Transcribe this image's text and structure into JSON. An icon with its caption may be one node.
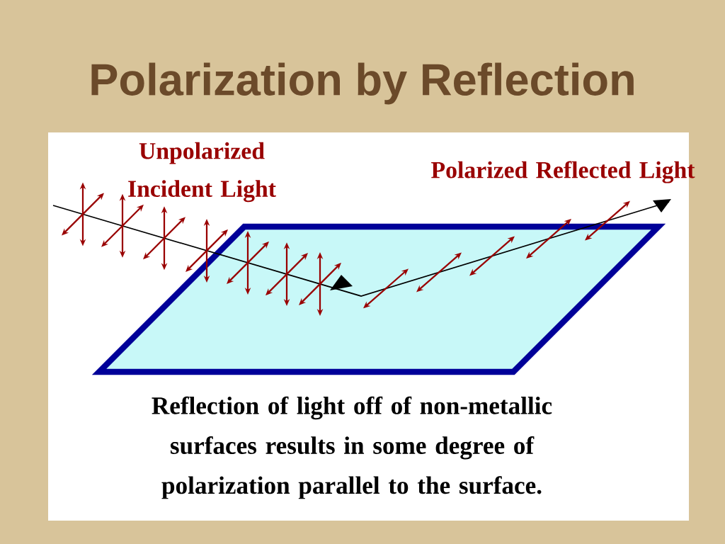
{
  "diagram": {
    "title": "Polarization by Reflection",
    "caption": "Reflection of light off of non-metallic surfaces results in some degree of polarization parallel to the surface.",
    "labels": [
      "Unpolarized Incident Light",
      "Polarized Reflected Light"
    ]
  }
}
